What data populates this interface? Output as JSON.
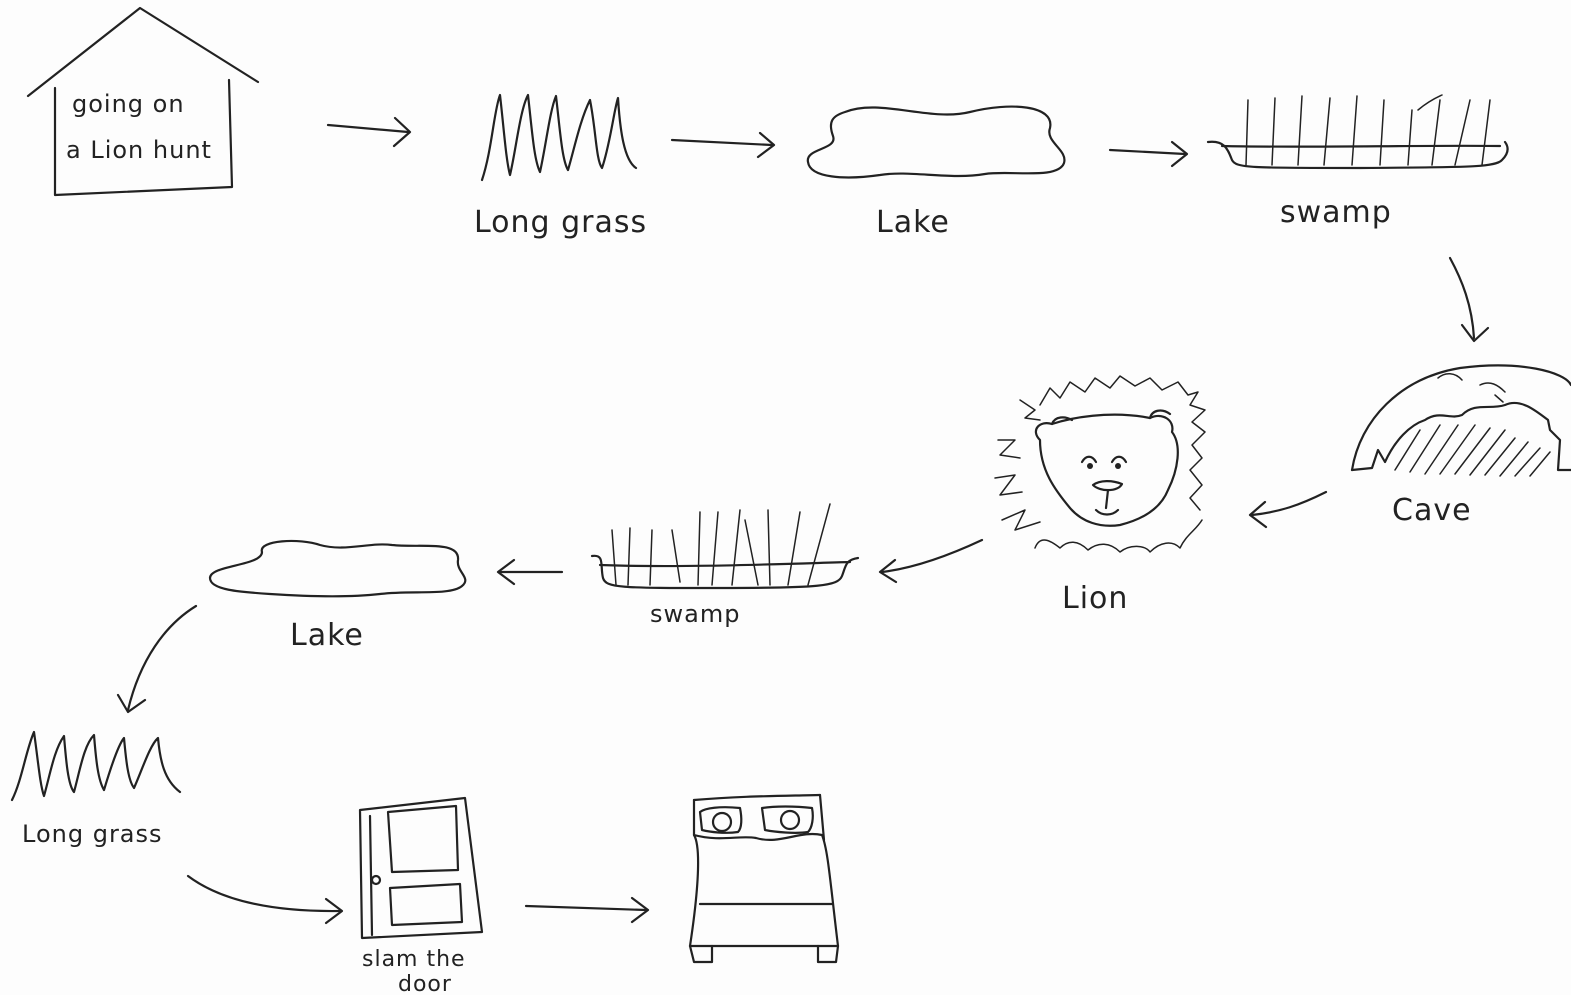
{
  "start": {
    "line1": "going on",
    "line2": "a Lion hunt"
  },
  "nodes": {
    "long_grass_1": "Long grass",
    "lake_1": "Lake",
    "swamp_1": "swamp",
    "cave": "Cave",
    "lion": "Lion",
    "swamp_2": "swamp",
    "lake_2": "Lake",
    "long_grass_2": "Long grass",
    "door_line1": "slam the",
    "door_line2": "door"
  },
  "icons": [
    "house-icon",
    "grass-icon",
    "lake-icon",
    "swamp-icon",
    "cave-icon",
    "lion-icon",
    "door-icon",
    "bed-icon"
  ]
}
